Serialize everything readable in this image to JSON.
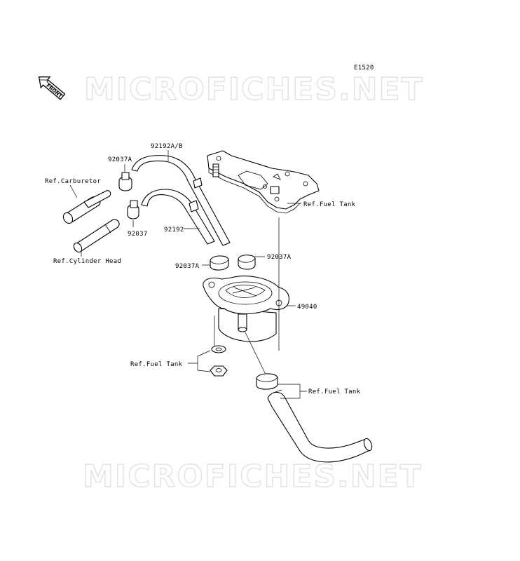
{
  "diagram_code": "E1520",
  "watermark": "MICROFICHES.NET",
  "front_label": "FRONT",
  "labels": {
    "p92192ab": "92192A/B",
    "p92037a_top": "92037A",
    "ref_carburetor": "Ref.Carburetor",
    "ref_fuel_tank_bracket": "Ref.Fuel Tank",
    "p92037": "92037",
    "p92192": "92192",
    "ref_cylinder_head": "Ref.Cylinder Head",
    "p92037a_right": "92037A",
    "p92037a_left": "92037A",
    "p49040": "49040",
    "ref_fuel_tank_lower": "Ref.Fuel Tank",
    "ref_fuel_tank_hose": "Ref.Fuel Tank"
  },
  "icons": [
    "front-arrow-icon"
  ]
}
